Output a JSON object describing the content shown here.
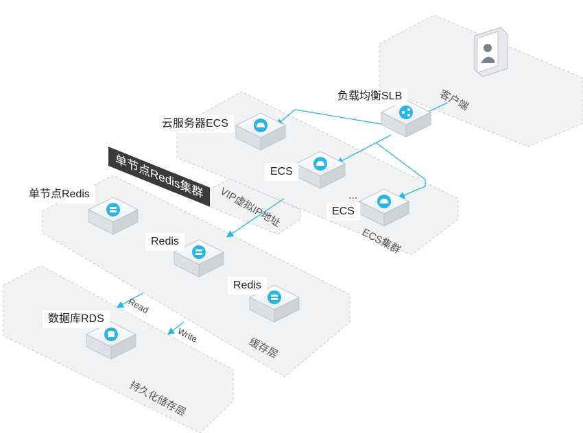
{
  "layers": {
    "client": "客户端",
    "ecs_cluster": "ECS集群",
    "cache": "缓存层",
    "storage": "持久化储存层",
    "vip": "VIP虚拟IP地址"
  },
  "nodes": {
    "slb": "负载均衡SLB",
    "ecs_main": "云服务器ECS",
    "ecs_2": "ECS",
    "ecs_3": "ECS",
    "ecs_dots": "...",
    "redis_single": "单节点Redis",
    "redis_2": "Redis",
    "redis_3": "Redis",
    "rds": "数据库RDS"
  },
  "cluster_title": "单节点Redis集群",
  "connections": {
    "read": "Read",
    "write": "Write"
  },
  "colors": {
    "accent": "#29b6e6",
    "plane": "#f1f2f4",
    "plane_border": "#c9ccd1",
    "dark": "#3a3a3a"
  }
}
